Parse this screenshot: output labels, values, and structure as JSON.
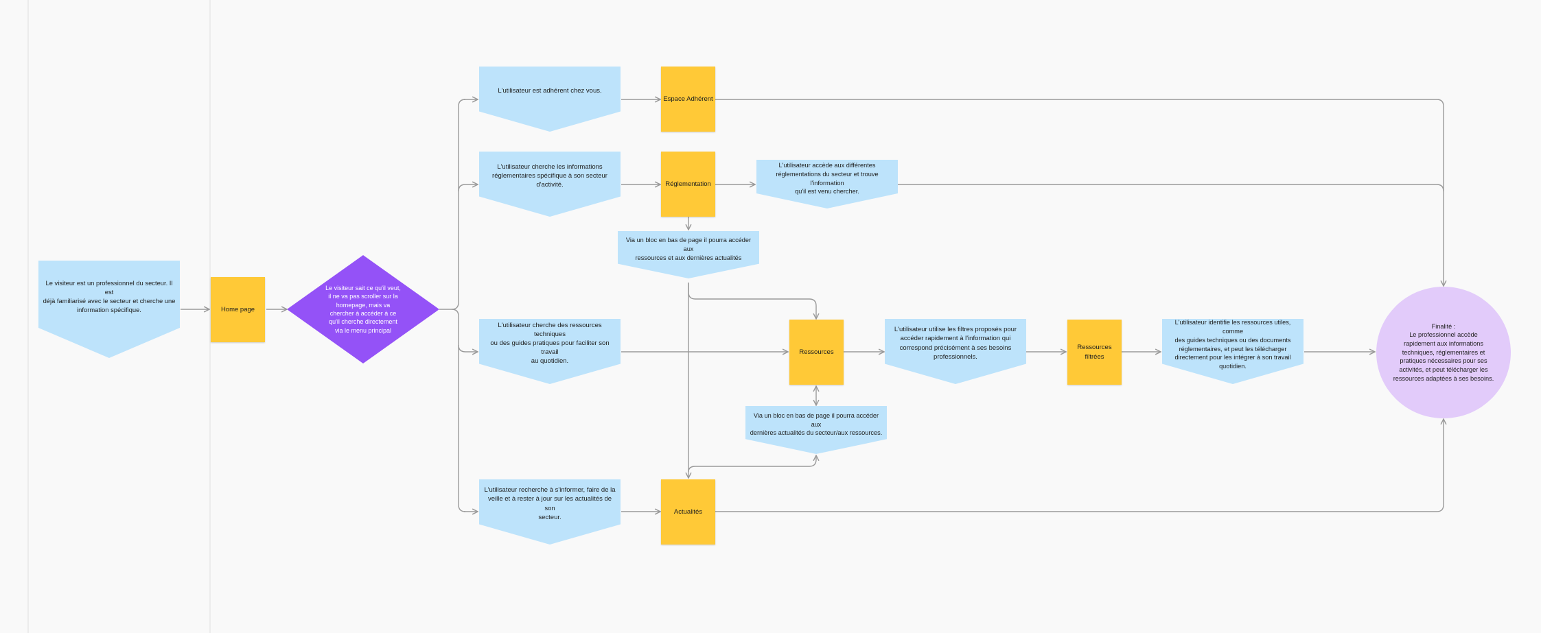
{
  "diagram": {
    "start": "Le visiteur est un professionnel du secteur. Il est\ndéjà familiarisé avec le secteur et cherche une\ninformation spécifique.",
    "home": "Home page",
    "decision": "Le visiteur sait ce qu'il veut,\nil ne va pas scroller sur la\nhomepage, mais va\nchercher à accéder à ce\nqu'il cherche directement\nvia le menu principal",
    "path_adherent": "L'utilisateur est adhérent chez vous.",
    "espace_adherent": "Espace Adhérent",
    "path_reglementation": "L'utilisateur cherche les informations\nréglementaires spécifique à son secteur\nd'activité.",
    "reglementation": "Réglementation",
    "reglementation_result": "L'utilisateur accède aux différentes\nréglementations du secteur et trouve l'information\nqu'il est venu chercher.",
    "bloc_reglementation": "Via un bloc en bas de page il pourra accéder aux\nressources et aux  dernières actualités",
    "path_ressources": "L'utilisateur cherche des ressources techniques\nou des guides pratiques pour faciliter son travail\nau quotidien.",
    "ressources": "Ressources",
    "filtres": "L'utilisateur utilise les filtres proposés pour\naccéder rapidement à l'information qui\ncorrespond précisément à ses besoins\nprofessionnels.",
    "ressources_filtrees": "Ressources\nfiltrées",
    "identifie": "L'utilisateur identifie les ressources utiles, comme\ndes guides techniques ou des documents\nréglementaires, et peut les télécharger\ndirectement pour les intégrer à son travail\nquotidien.",
    "bloc_ressources": "Via un bloc en bas de page il pourra accéder aux\ndernières actualités du secteur/aux ressources.",
    "path_actualites": "L'utilisateur recherche à s'informer, faire de la\nveille et à rester à jour sur les actualités de son\nsecteur.",
    "actualites": "Actualités",
    "finalite": "Finalité :\nLe professionnel accède\nrapidement aux informations\ntechniques, réglementaires et\npratiques nécessaires pour ses\nactivités, et peut télécharger les\nressources adaptées à ses besoins."
  },
  "colors": {
    "pentagon_fill": "#bde3fb",
    "sticky_fill": "#ffc937",
    "decision_fill": "#9452f7",
    "finale_fill": "#e2cbfa",
    "connector": "#9a9a9a"
  }
}
